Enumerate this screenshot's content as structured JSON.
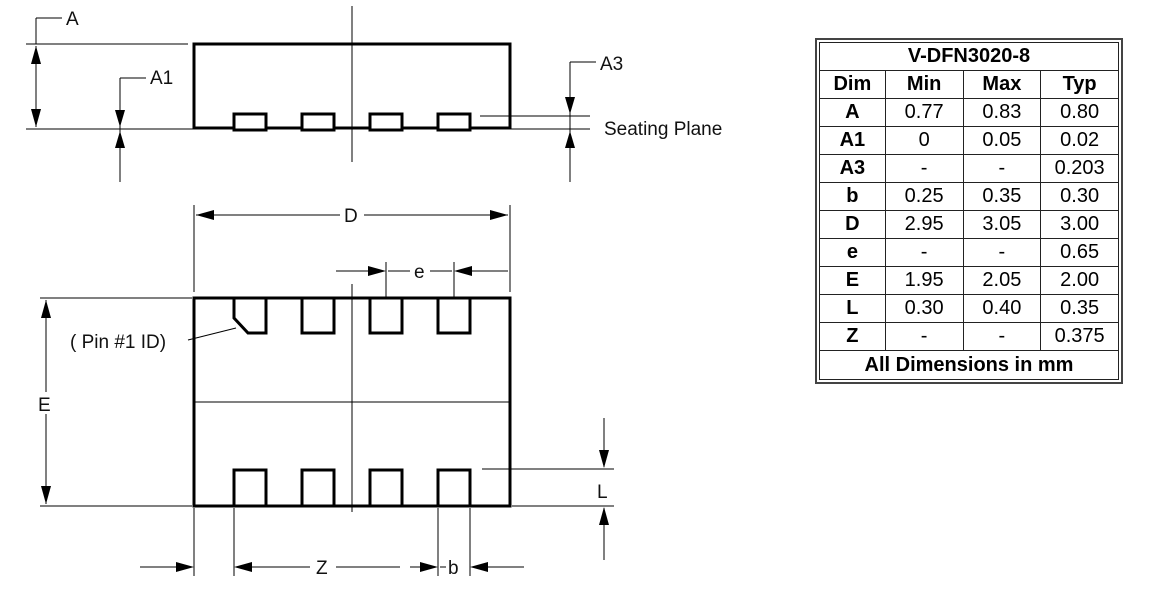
{
  "labels": {
    "A": "A",
    "A1": "A1",
    "A3": "A3",
    "seating_plane": "Seating Plane",
    "D": "D",
    "e": "e",
    "pin1": "( Pin #1 ID)",
    "E": "E",
    "L": "L",
    "Z": "Z",
    "b": "b"
  },
  "table": {
    "title": "V-DFN3020-8",
    "headers": [
      "Dim",
      "Min",
      "Max",
      "Typ"
    ],
    "rows": [
      [
        "A",
        "0.77",
        "0.83",
        "0.80"
      ],
      [
        "A1",
        "0",
        "0.05",
        "0.02"
      ],
      [
        "A3",
        "-",
        "-",
        "0.203"
      ],
      [
        "b",
        "0.25",
        "0.35",
        "0.30"
      ],
      [
        "D",
        "2.95",
        "3.05",
        "3.00"
      ],
      [
        "e",
        "-",
        "-",
        "0.65"
      ],
      [
        "E",
        "1.95",
        "2.05",
        "2.00"
      ],
      [
        "L",
        "0.30",
        "0.40",
        "0.35"
      ],
      [
        "Z",
        "-",
        "-",
        "0.375"
      ]
    ],
    "footer": "All Dimensions in mm"
  }
}
